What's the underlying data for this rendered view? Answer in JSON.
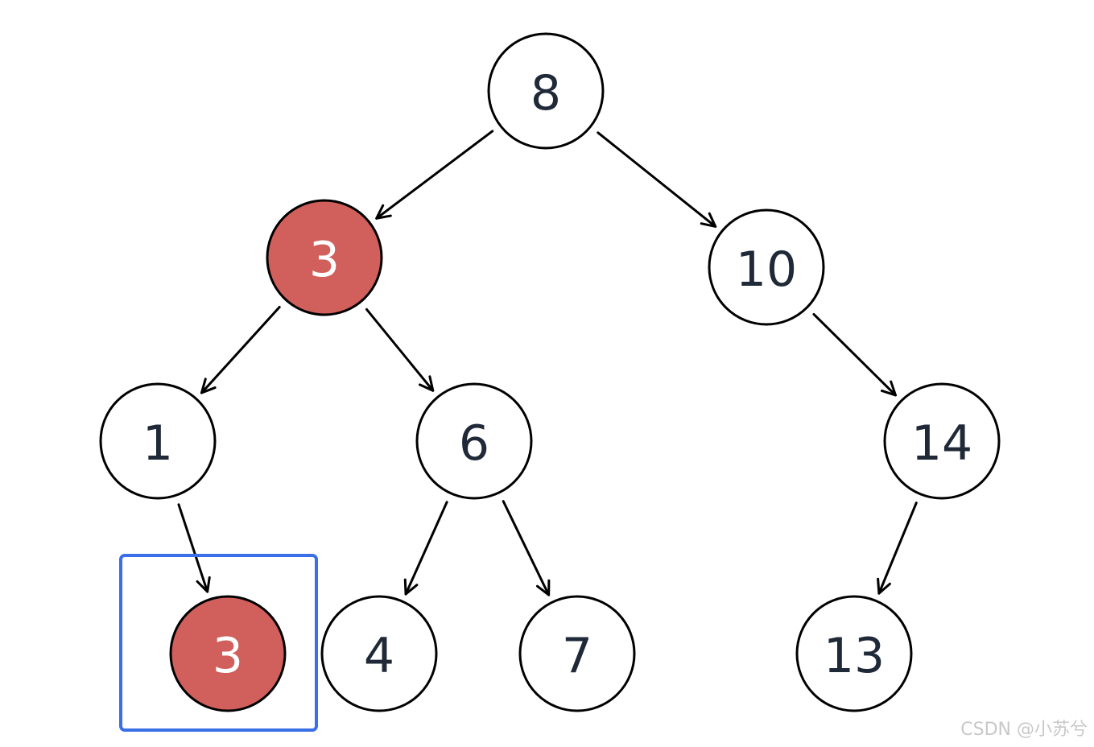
{
  "colors": {
    "node_fill": "#ffffff",
    "node_highlight_fill": "#d15f5c",
    "node_stroke": "#000000",
    "label_color": "#1f2937",
    "label_highlight_color": "#ffffff",
    "edge_color": "#000000",
    "selection_box": "#3b6fe8"
  },
  "tree": {
    "nodes": [
      {
        "id": "n8",
        "label": "8",
        "highlight": false
      },
      {
        "id": "n3a",
        "label": "3",
        "highlight": true
      },
      {
        "id": "n10",
        "label": "10",
        "highlight": false
      },
      {
        "id": "n1",
        "label": "1",
        "highlight": false
      },
      {
        "id": "n6",
        "label": "6",
        "highlight": false
      },
      {
        "id": "n14",
        "label": "14",
        "highlight": false
      },
      {
        "id": "n3b",
        "label": "3",
        "highlight": true,
        "selected": true
      },
      {
        "id": "n4",
        "label": "4",
        "highlight": false
      },
      {
        "id": "n7",
        "label": "7",
        "highlight": false
      },
      {
        "id": "n13",
        "label": "13",
        "highlight": false
      }
    ],
    "edges": [
      {
        "from": "n8",
        "to": "n3a"
      },
      {
        "from": "n8",
        "to": "n10"
      },
      {
        "from": "n3a",
        "to": "n1"
      },
      {
        "from": "n3a",
        "to": "n6"
      },
      {
        "from": "n10",
        "to": "n14"
      },
      {
        "from": "n1",
        "to": "n3b"
      },
      {
        "from": "n6",
        "to": "n4"
      },
      {
        "from": "n6",
        "to": "n7"
      },
      {
        "from": "n14",
        "to": "n13"
      }
    ]
  },
  "watermark": "CSDN @小苏兮"
}
